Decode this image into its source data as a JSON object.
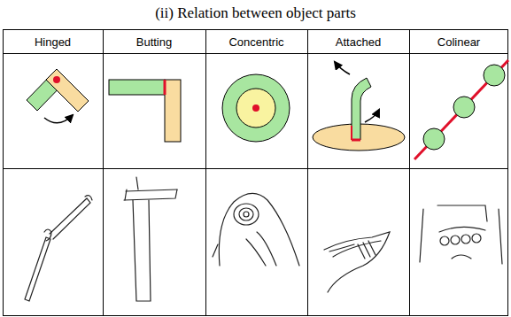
{
  "diagram": {
    "title": "(ii) Relation between object parts",
    "labels": [
      "Hinged",
      "Butting",
      "Concentric",
      "Attached",
      "Colinear"
    ]
  }
}
